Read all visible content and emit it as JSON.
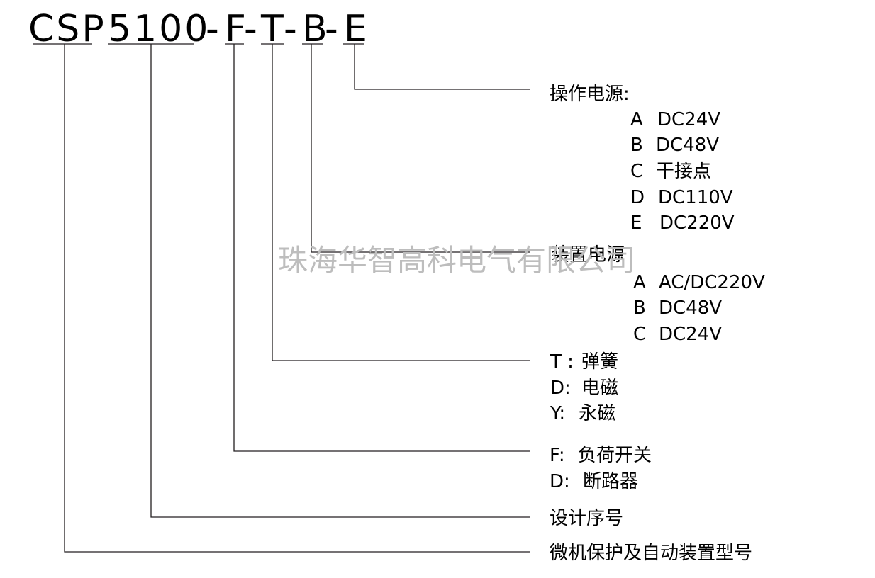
{
  "code": {
    "prefix": "CSP",
    "series": "5100",
    "dash": "-",
    "f": "F",
    "t": "T",
    "b": "B",
    "e": "E"
  },
  "watermark": "珠海华智高科电气有限公司",
  "operating_power": {
    "label": "操作电源:",
    "options": [
      {
        "key": "A",
        "value": "DC24V"
      },
      {
        "key": "B",
        "value": "DC48V"
      },
      {
        "key": "C",
        "value": "干接点"
      },
      {
        "key": "D",
        "value": "DC110V"
      },
      {
        "key": "E",
        "value": "DC220V"
      }
    ]
  },
  "device_power": {
    "label": "装置电源",
    "options": [
      {
        "key": "A",
        "value": "AC/DC220V"
      },
      {
        "key": "B",
        "value": "DC48V"
      },
      {
        "key": "C",
        "value": "DC24V"
      }
    ]
  },
  "mechanism": {
    "items": [
      {
        "key": "T :",
        "value": "弹簧"
      },
      {
        "key": "D:",
        "value": "电磁"
      },
      {
        "key": "Y:",
        "value": "永磁"
      }
    ]
  },
  "switch_type": {
    "items": [
      {
        "key": "F:",
        "value": "负荷开关"
      },
      {
        "key": "D:",
        "value": "断路器"
      }
    ]
  },
  "design_serial": "设计序号",
  "model_desc": "微机保护及自动装置型号"
}
